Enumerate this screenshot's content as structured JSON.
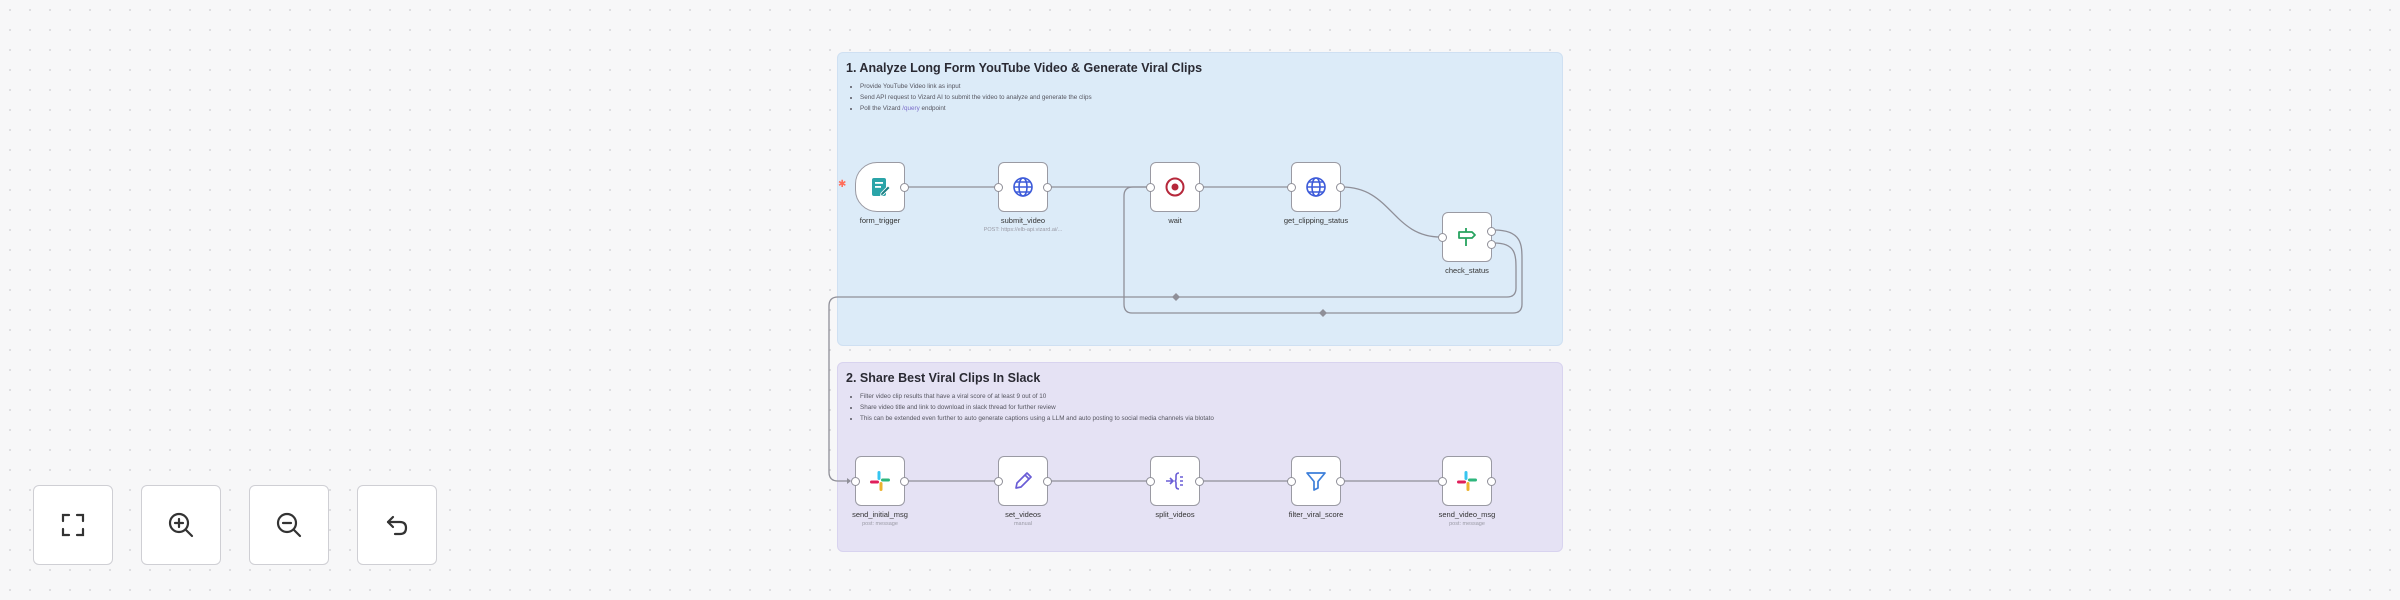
{
  "stickies": [
    {
      "title": "1. Analyze Long Form YouTube Video & Generate Viral Clips",
      "bullets": [
        "Provide YouTube Video link as input",
        "Send API request to Vizard AI to submit the video to analyze and generate the clips",
        "Poll the Vizard"
      ],
      "bullet3_highlight": "/query",
      "bullet3_tail": "endpoint"
    },
    {
      "title": "2. Share Best Viral Clips In Slack",
      "bullets": [
        "Filter video clip results that have a viral score of at least 9 out of 10",
        "Share video title and link to download in slack thread for further review",
        "This can be extended even further to auto generate captions using a LLM and auto posting to social media channels via blotato"
      ]
    }
  ],
  "nodes": {
    "form_trigger": {
      "label": "form_trigger",
      "sub": ""
    },
    "submit_video": {
      "label": "submit_video",
      "sub": "POST: https://elb-api.vizard.ai/..."
    },
    "wait": {
      "label": "wait",
      "sub": ""
    },
    "get_clipping_status": {
      "label": "get_clipping_status",
      "sub": ""
    },
    "check_status": {
      "label": "check_status",
      "sub": ""
    },
    "send_initial_msg": {
      "label": "send_initial_msg",
      "sub": "post: message"
    },
    "set_videos": {
      "label": "set_videos",
      "sub": "manual"
    },
    "split_videos": {
      "label": "split_videos",
      "sub": ""
    },
    "filter_viral_score": {
      "label": "filter_viral_score",
      "sub": ""
    },
    "send_video_msg": {
      "label": "send_video_msg",
      "sub": "post: message"
    }
  },
  "icons": {
    "form_trigger": "form-icon",
    "submit_video": "globe-icon",
    "wait": "pause-circle-icon",
    "get_clipping_status": "globe-icon",
    "check_status": "signpost-icon",
    "send_initial_msg": "slack-icon",
    "set_videos": "pencil-icon",
    "split_videos": "split-out-icon",
    "filter_viral_score": "filter-icon",
    "send_video_msg": "slack-icon"
  },
  "controls": [
    {
      "name": "fit-view-button",
      "icon": "fullscreen-icon"
    },
    {
      "name": "zoom-in-button",
      "icon": "zoom-in-icon"
    },
    {
      "name": "zoom-out-button",
      "icon": "zoom-out-icon"
    },
    {
      "name": "reset-zoom-button",
      "icon": "undo-icon"
    }
  ],
  "colors": {
    "sticky_blue": "#dcebf8",
    "sticky_purple": "#e5e2f4",
    "accent_orange": "#ff6d5a",
    "globe_blue": "#3d5bd9",
    "wait_red": "#b6283b",
    "if_green": "#27a35f",
    "edit_purple": "#6a5dd6"
  }
}
